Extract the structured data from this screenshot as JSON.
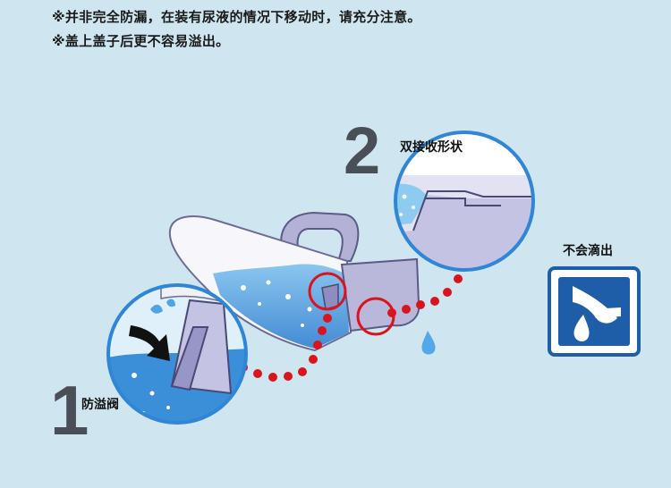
{
  "notes": {
    "line1": "※并非完全防漏，在装有尿液的情况下移动时，请充分注意。",
    "line2": "※盖上盖子后更不容易溢出。"
  },
  "steps": {
    "step1": {
      "number": "1",
      "label": "防溢阀"
    },
    "step2": {
      "number": "2",
      "label": "双接收形状"
    }
  },
  "badge": {
    "label": "不会滴出"
  },
  "colors": {
    "background": "#cfe6f1",
    "accent_red": "#d8141c",
    "container_purple": "#b9b7da",
    "water_blue": "#2f86d6",
    "badge_blue": "#1e5ea8"
  }
}
